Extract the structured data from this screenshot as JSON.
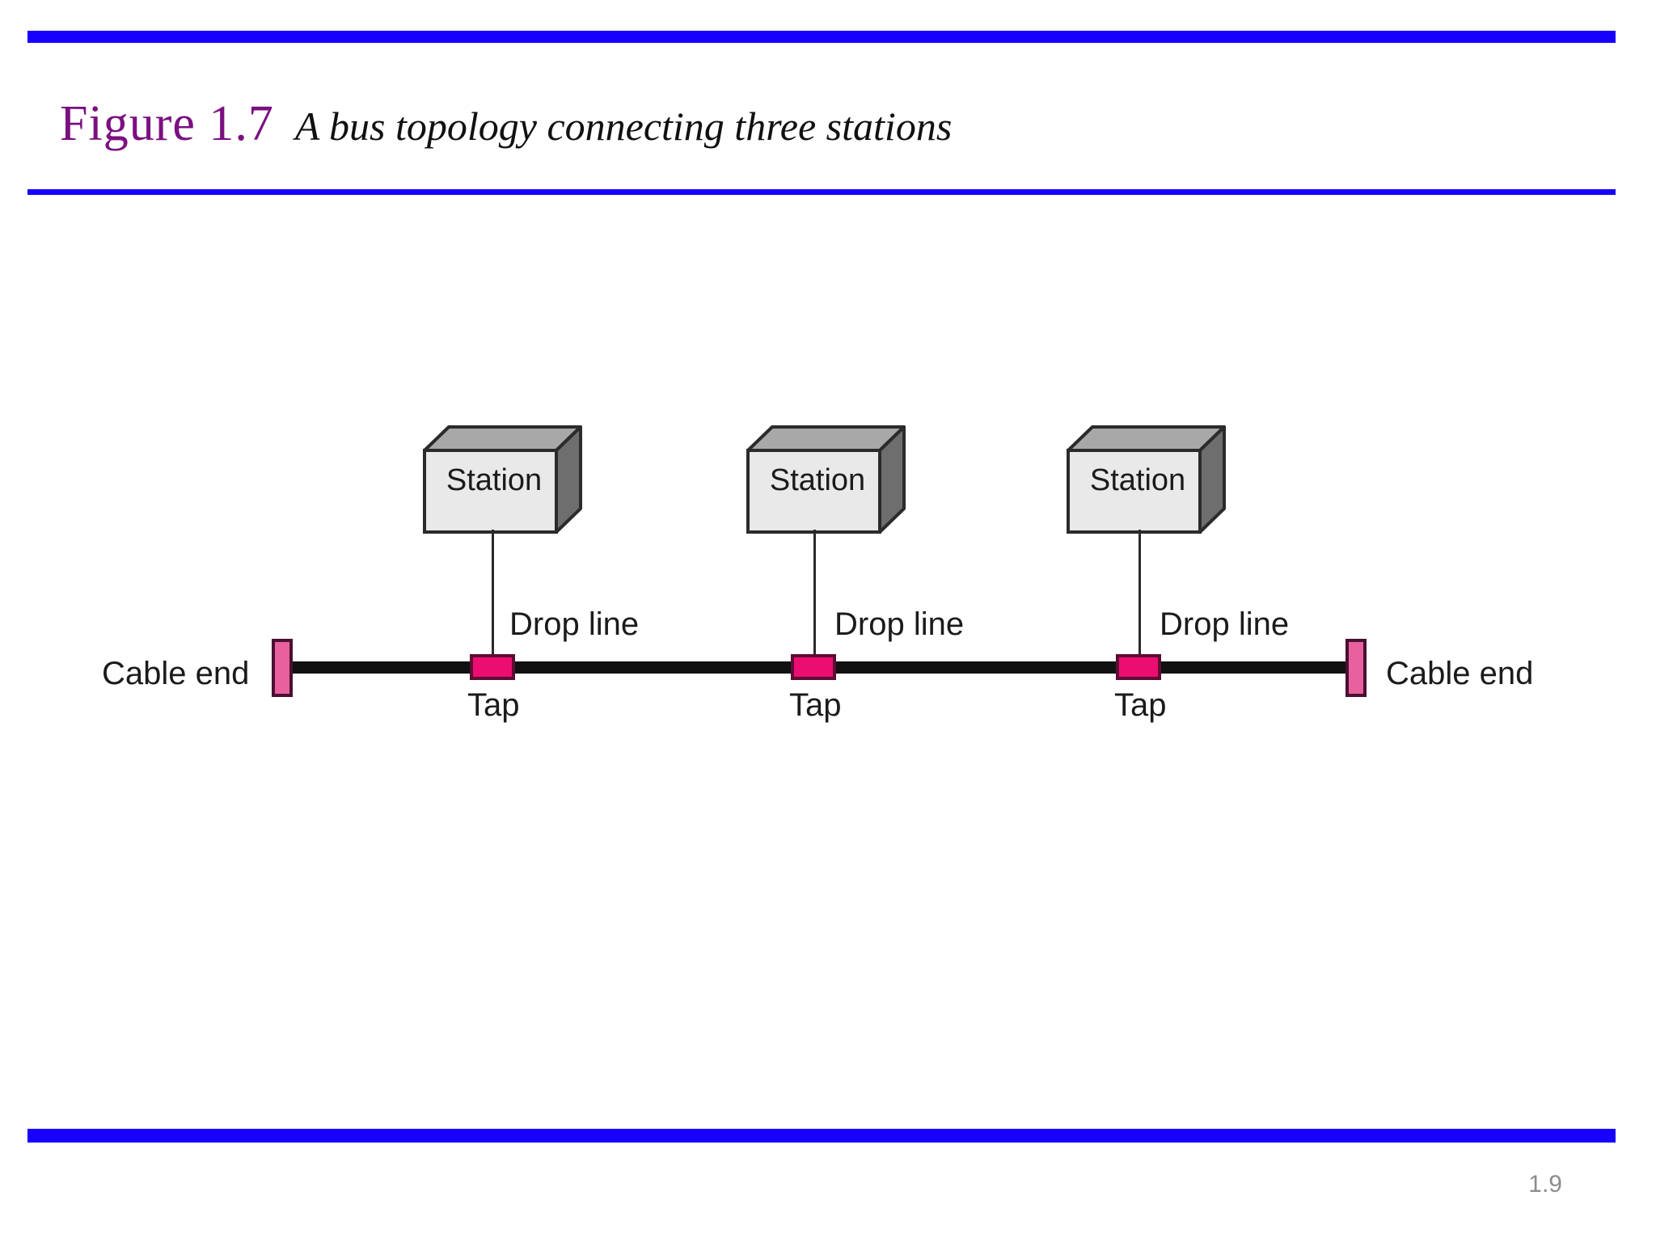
{
  "slide": {
    "page_number": "1.9",
    "accent_color": "#1800ff",
    "title_color": "#7b1080",
    "caption_color": "#111111"
  },
  "title": {
    "figure_label": "Figure 1.7",
    "caption": "A bus topology connecting three stations"
  },
  "diagram": {
    "type": "bus-topology",
    "colors": {
      "cable": "#111111",
      "tap_fill": "#ec0d72",
      "tap_border": "#5d0c32",
      "cable_end_fill": "#e8609e",
      "cable_end_border": "#4a1030",
      "box_front": "#e9e9e9",
      "box_top": "#a8a8a8",
      "box_side": "#6e6e6e",
      "box_outline": "#2b2b2b"
    },
    "cable_end_left_label": "Cable end",
    "cable_end_right_label": "Cable end",
    "stations": [
      {
        "label": "Station",
        "drop_line_label": "Drop line",
        "tap_label": "Tap"
      },
      {
        "label": "Station",
        "drop_line_label": "Drop line",
        "tap_label": "Tap"
      },
      {
        "label": "Station",
        "drop_line_label": "Drop line",
        "tap_label": "Tap"
      }
    ]
  }
}
